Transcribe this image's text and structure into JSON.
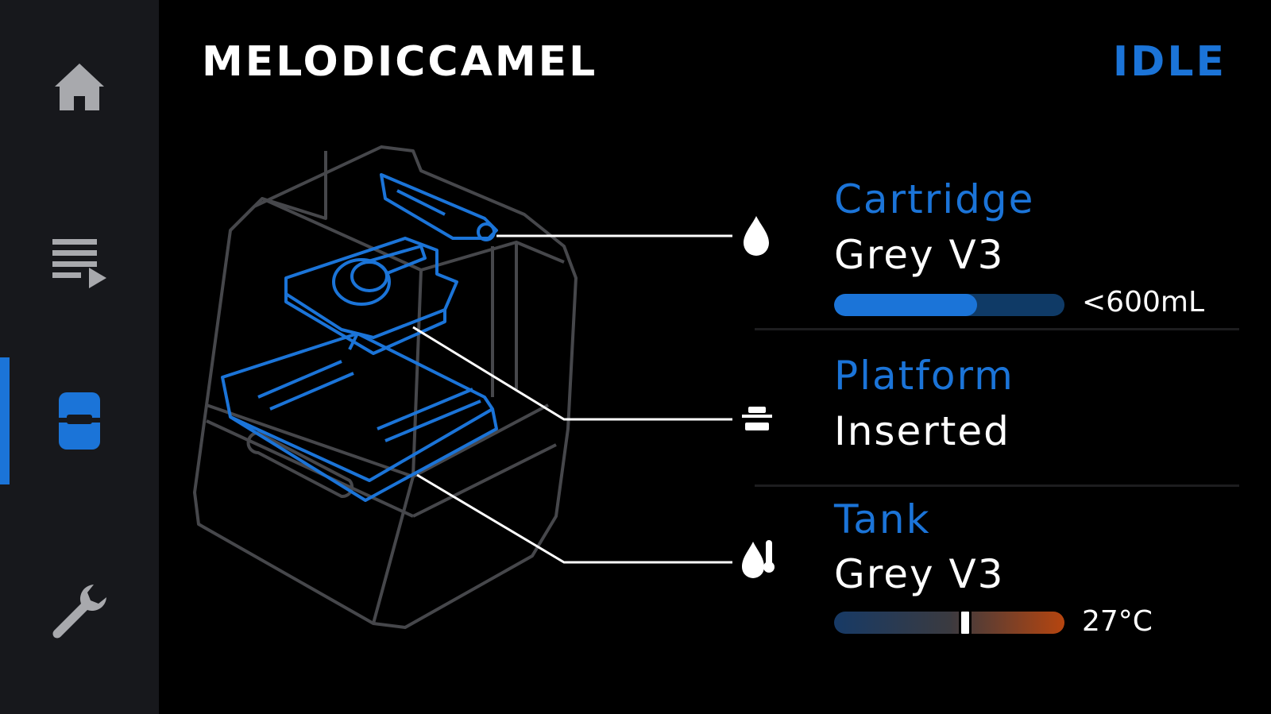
{
  "app": {
    "printer_name": "MELODICCAMEL",
    "status": "IDLE"
  },
  "sidebar": {
    "items": [
      {
        "id": "home",
        "icon": "home-icon"
      },
      {
        "id": "queue",
        "icon": "queue-icon"
      },
      {
        "id": "printer",
        "icon": "printer-icon",
        "active": true
      },
      {
        "id": "settings",
        "icon": "wrench-icon"
      }
    ]
  },
  "colors": {
    "accent": "#1b74d8",
    "sidebar_bg": "#17181c",
    "background": "#000000",
    "warm": "#b6450f",
    "cool": "#173a66"
  },
  "cartridge": {
    "label": "Cartridge",
    "value": "Grey V3",
    "level_text": "<600mL",
    "level_fraction": 0.62,
    "icon": "drop-icon"
  },
  "platform": {
    "label": "Platform",
    "value": "Inserted",
    "icon": "platform-icon"
  },
  "tank": {
    "label": "Tank",
    "value": "Grey V3",
    "temperature_text": "27°C",
    "temperature_fraction": 0.57,
    "icon": "tank-temperature-icon"
  }
}
